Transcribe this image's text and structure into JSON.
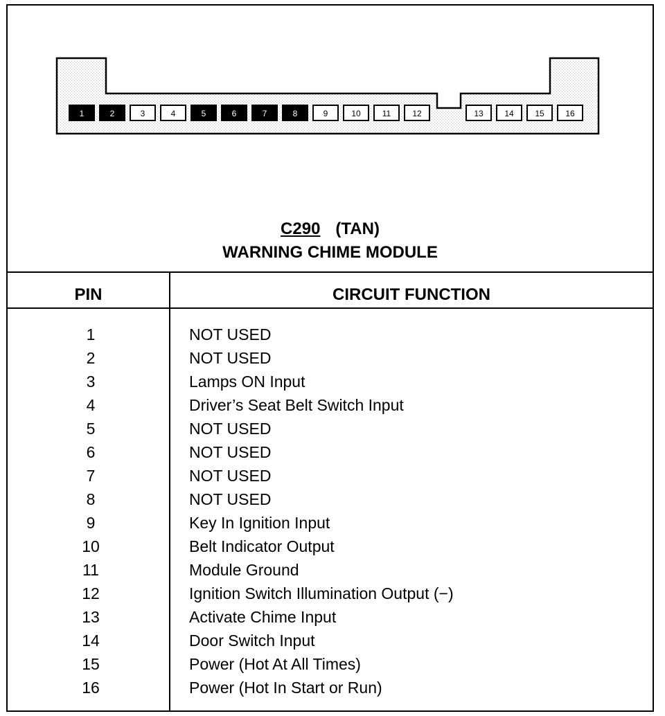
{
  "connector": {
    "code": "C290",
    "color": "(TAN)",
    "name": "WARNING CHIME MODULE",
    "pins": [
      {
        "label": "1",
        "filled": true
      },
      {
        "label": "2",
        "filled": true
      },
      {
        "label": "3",
        "filled": false
      },
      {
        "label": "4",
        "filled": false
      },
      {
        "label": "5",
        "filled": true
      },
      {
        "label": "6",
        "filled": true
      },
      {
        "label": "7",
        "filled": true
      },
      {
        "label": "8",
        "filled": true
      },
      {
        "label": "9",
        "filled": false
      },
      {
        "label": "10",
        "filled": false
      },
      {
        "label": "11",
        "filled": false
      },
      {
        "label": "12",
        "filled": false
      },
      {
        "label": "13",
        "filled": false
      },
      {
        "label": "14",
        "filled": false
      },
      {
        "label": "15",
        "filled": false
      },
      {
        "label": "16",
        "filled": false
      }
    ]
  },
  "table": {
    "header_pin": "PIN",
    "header_function": "CIRCUIT FUNCTION",
    "rows": [
      {
        "pin": "1",
        "function": "NOT USED"
      },
      {
        "pin": "2",
        "function": "NOT USED"
      },
      {
        "pin": "3",
        "function": "Lamps ON Input"
      },
      {
        "pin": "4",
        "function": "Driver’s Seat Belt Switch Input"
      },
      {
        "pin": "5",
        "function": "NOT USED"
      },
      {
        "pin": "6",
        "function": "NOT USED"
      },
      {
        "pin": "7",
        "function": "NOT USED"
      },
      {
        "pin": "8",
        "function": "NOT USED"
      },
      {
        "pin": "9",
        "function": "Key In Ignition Input"
      },
      {
        "pin": "10",
        "function": "Belt Indicator Output"
      },
      {
        "pin": "11",
        "function": "Module Ground"
      },
      {
        "pin": "12",
        "function": "Ignition Switch Illumination Output (−)"
      },
      {
        "pin": "13",
        "function": "Activate Chime Input"
      },
      {
        "pin": "14",
        "function": "Door Switch Input"
      },
      {
        "pin": "15",
        "function": "Power (Hot At All Times)"
      },
      {
        "pin": "16",
        "function": "Power (Hot In Start or Run)"
      }
    ]
  }
}
